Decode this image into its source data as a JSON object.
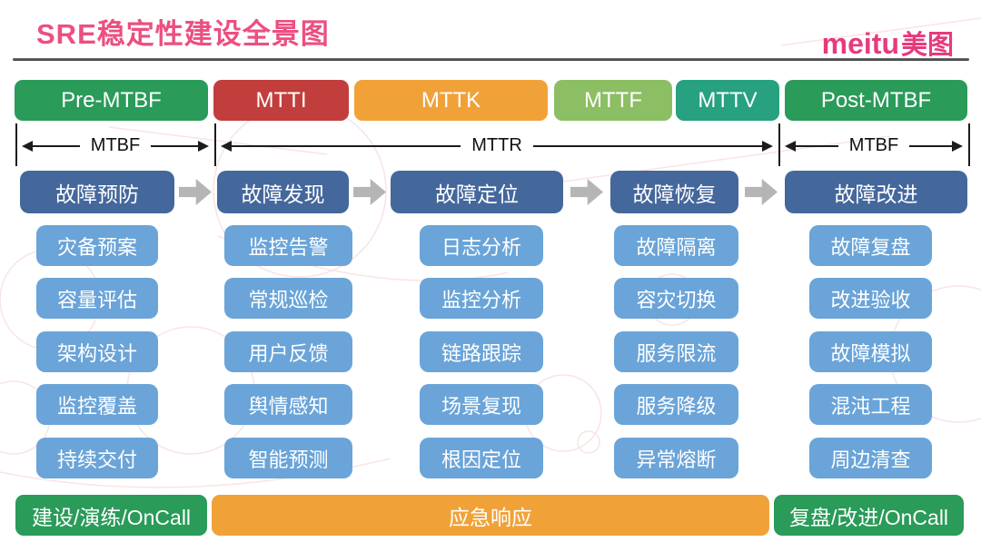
{
  "title": "SRE稳定性建设全景图",
  "logo": {
    "latin": "meitu",
    "cjk": "美图"
  },
  "colors": {
    "brand_pink": "#e73a7d",
    "green": "#2a9b59",
    "red": "#c23e3c",
    "orange": "#f0a239",
    "light_green": "#8cbe63",
    "teal": "#27a180",
    "header_blue": "#44679c",
    "item_blue": "#6aa4d8",
    "flow_arrow_gray": "#b5b5b5"
  },
  "phases": [
    {
      "label": "Pre-MTBF",
      "color": "green"
    },
    {
      "label": "MTTI",
      "color": "red"
    },
    {
      "label": "MTTK",
      "color": "orange"
    },
    {
      "label": "MTTF",
      "color": "light_green"
    },
    {
      "label": "MTTV",
      "color": "teal"
    },
    {
      "label": "Post-MTBF",
      "color": "green"
    }
  ],
  "intervals": [
    {
      "label": "MTBF"
    },
    {
      "label": "MTTR"
    },
    {
      "label": "MTBF"
    }
  ],
  "columns": [
    {
      "header": "故障预防",
      "items": [
        "灾备预案",
        "容量评估",
        "架构设计",
        "监控覆盖",
        "持续交付"
      ]
    },
    {
      "header": "故障发现",
      "items": [
        "监控告警",
        "常规巡检",
        "用户反馈",
        "舆情感知",
        "智能预测"
      ]
    },
    {
      "header": "故障定位",
      "items": [
        "日志分析",
        "监控分析",
        "链路跟踪",
        "场景复现",
        "根因定位"
      ]
    },
    {
      "header": "故障恢复",
      "items": [
        "故障隔离",
        "容灾切换",
        "服务限流",
        "服务降级",
        "异常熔断"
      ]
    },
    {
      "header": "故障改进",
      "items": [
        "故障复盘",
        "改进验收",
        "故障模拟",
        "混沌工程",
        "周边清查"
      ]
    }
  ],
  "footer": [
    {
      "label": "建设/演练/OnCall",
      "color": "green"
    },
    {
      "label": "应急响应",
      "color": "orange"
    },
    {
      "label": "复盘/改进/OnCall",
      "color": "green"
    }
  ]
}
